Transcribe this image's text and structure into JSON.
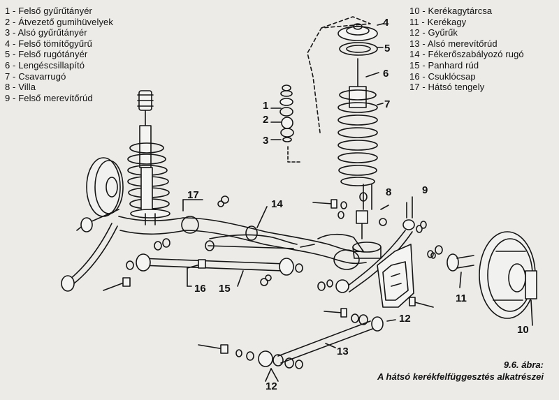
{
  "legend": {
    "left": [
      {
        "num": "1",
        "text": "Felső gyűrűtányér"
      },
      {
        "num": "2",
        "text": "Átvezető gumihüvelyek"
      },
      {
        "num": "3",
        "text": "Alsó gyűrűtányér"
      },
      {
        "num": "4",
        "text": "Felső tömítőgyűrű"
      },
      {
        "num": "5",
        "text": "Felső rugótányér"
      },
      {
        "num": "6",
        "text": "Lengéscsillapító"
      },
      {
        "num": "7",
        "text": "Csavarrugó"
      },
      {
        "num": "8",
        "text": "Villa"
      },
      {
        "num": "9",
        "text": "Felső merevítőrúd"
      }
    ],
    "right": [
      {
        "num": "10",
        "text": "Kerékagytárcsa"
      },
      {
        "num": "11",
        "text": "Kerékagy"
      },
      {
        "num": "12",
        "text": "Gyűrűk"
      },
      {
        "num": "13",
        "text": "Alsó merevítőrúd"
      },
      {
        "num": "14",
        "text": "Fékerőszabályozó rugó"
      },
      {
        "num": "15",
        "text": "Panhard rúd"
      },
      {
        "num": "16",
        "text": "Csuklócsap"
      },
      {
        "num": "17",
        "text": "Hátsó tengely"
      }
    ]
  },
  "callouts": {
    "c1": "1",
    "c2": "2",
    "c3": "3",
    "c4": "4",
    "c5": "5",
    "c6": "6",
    "c7": "7",
    "c8": "8",
    "c9": "9",
    "c10": "10",
    "c11": "11",
    "c12a": "12",
    "c12b": "12",
    "c13": "13",
    "c14": "14",
    "c15": "15",
    "c16": "16",
    "c17": "17"
  },
  "caption": {
    "line1": "9.6. ábra:",
    "line2": "A hátsó kerékfelfüggesztés alkatrészei"
  }
}
